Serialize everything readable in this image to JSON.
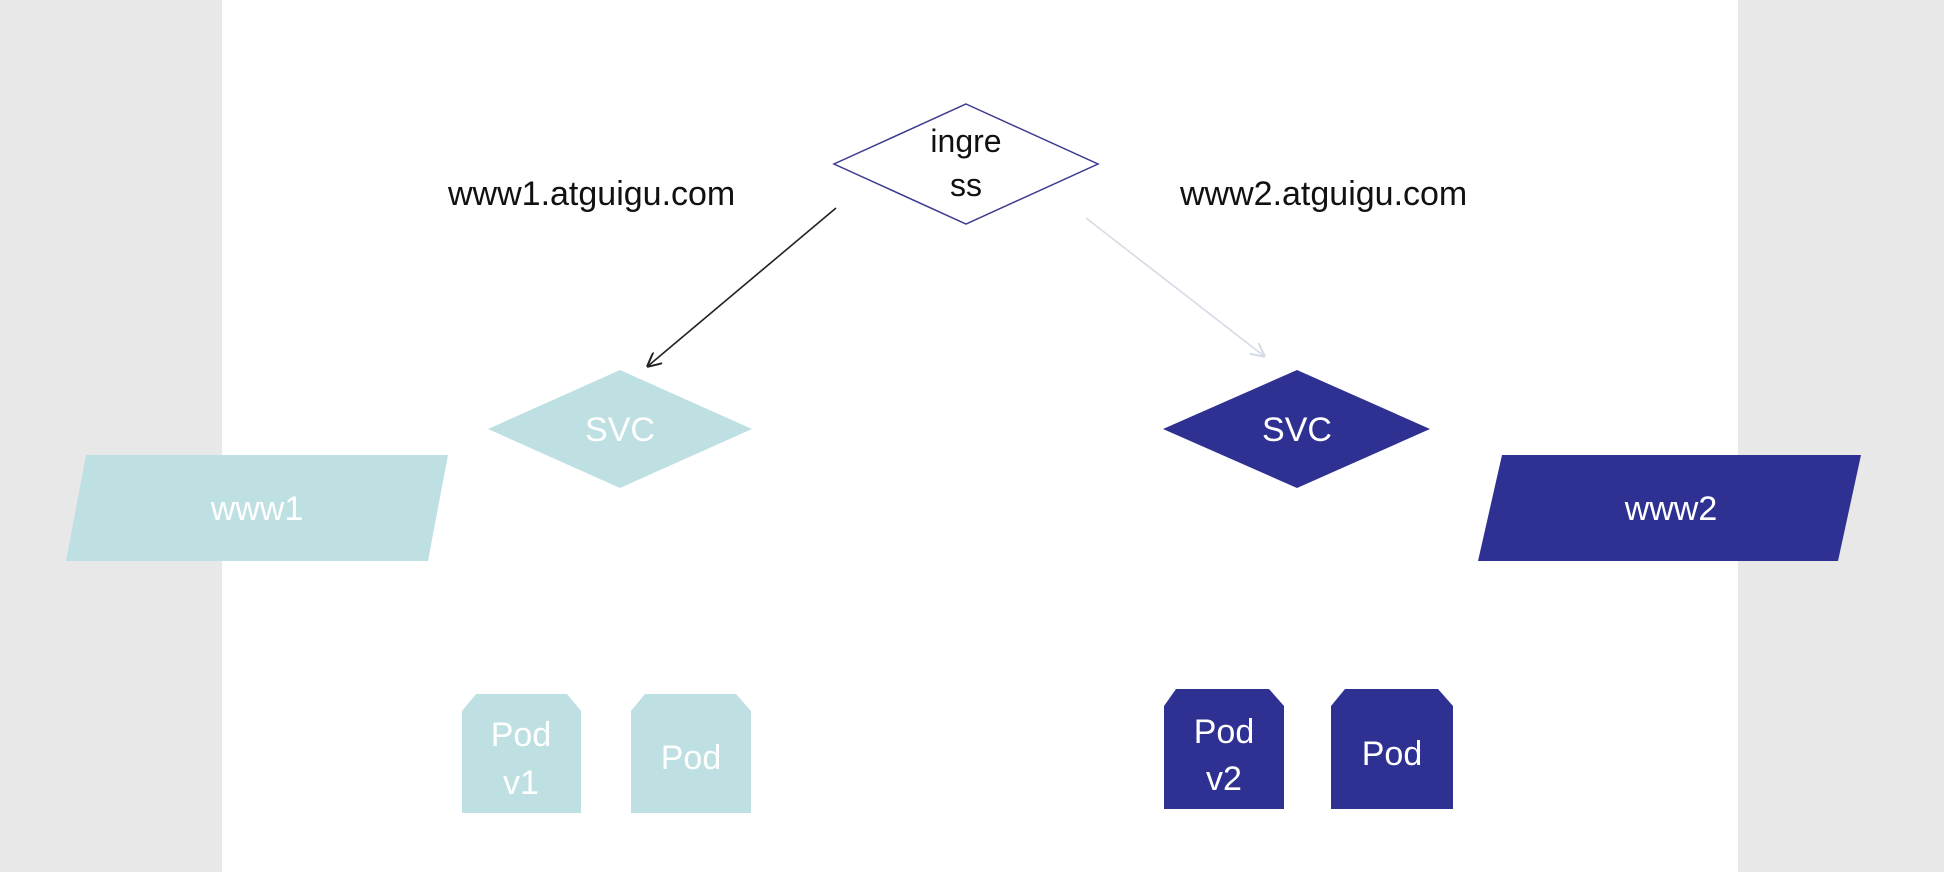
{
  "diagram": {
    "ingress": {
      "line1": "ingre",
      "line2": "ss"
    },
    "host_left": "www1.atguigu.com",
    "host_right": "www2.atguigu.com",
    "svc_left": "SVC",
    "svc_right": "SVC",
    "deploy_left": "www1",
    "deploy_right": "www2",
    "pods_left": [
      {
        "line1": "Pod",
        "line2": "v1"
      },
      {
        "line1": "Pod",
        "line2": ""
      }
    ],
    "pods_right": [
      {
        "line1": "Pod",
        "line2": "v2"
      },
      {
        "line1": "Pod",
        "line2": ""
      }
    ]
  },
  "colors": {
    "background": "#e8e8e8",
    "canvas": "#ffffff",
    "light_teal": "#bfe0e3",
    "navy": "#2e3192",
    "ingress_stroke": "#3b3b8f",
    "arrow_dark": "#222222",
    "arrow_light": "#d5dbe6"
  }
}
